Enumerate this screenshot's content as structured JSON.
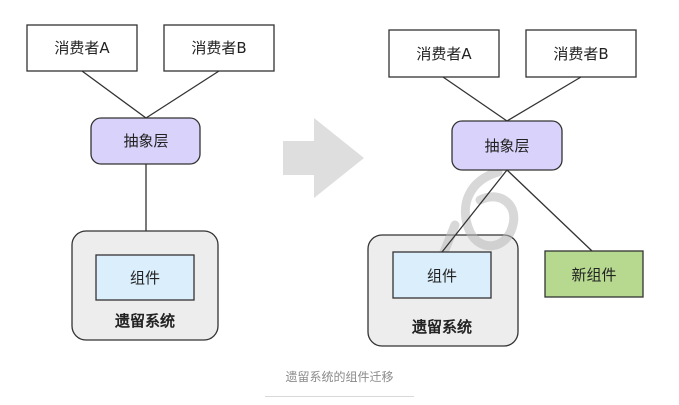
{
  "colors": {
    "abstraction_fill": "#d9d2fa",
    "component_fill": "#dbeefb",
    "new_component_fill": "#b6d98f",
    "legacy_fill": "#ededed",
    "arrow_fill": "#dedede",
    "watermark": "#b8b8b8"
  },
  "before": {
    "consumer_a": "消费者A",
    "consumer_b": "消费者B",
    "abstraction_layer": "抽象层",
    "component": "组件",
    "legacy_system": "遗留系统"
  },
  "after": {
    "consumer_a": "消费者A",
    "consumer_b": "消费者B",
    "abstraction_layer": "抽象层",
    "component": "组件",
    "legacy_system": "遗留系统",
    "new_component": "新组件"
  },
  "caption": "遗留系统的组件迁移"
}
